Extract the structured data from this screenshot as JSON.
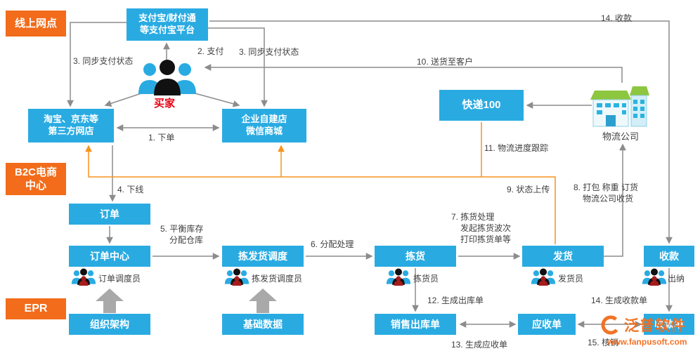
{
  "zones": {
    "online": "线上网点",
    "b2c": {
      "line1": "B2C电商",
      "line2": "中心"
    },
    "erp": "EPR"
  },
  "nodes": {
    "payment_platform": {
      "line1": "支付宝/财付通",
      "line2": "等支付宝平台"
    },
    "buyer": "买家",
    "third_party_store": {
      "line1": "淘宝、京东等",
      "line2": "第三方网店"
    },
    "self_built_store": {
      "line1": "企业自建店",
      "line2": "微信商城"
    },
    "kuaidi100": "快递100",
    "logistics_company": "物流公司",
    "order": "订单",
    "order_center": "订单中心",
    "pick_ship_dispatch": "拣发货调度",
    "picking": "拣货",
    "shipping": "发货",
    "collection": "收款",
    "org_structure": "组织架构",
    "base_data": "基础数据",
    "sales_outbound_order": "销售出库单",
    "receivable_order": "应收单",
    "receipt_order": "收款单"
  },
  "roles": {
    "order_dispatcher": "订单调度员",
    "pick_ship_dispatcher": "拣发货调度员",
    "picker": "拣货员",
    "shipper": "发货员",
    "cashier": "出纳"
  },
  "flows": {
    "f1": "1. 下单",
    "f2": "2. 支付",
    "f3_left": "3. 同步支付状态",
    "f3_mid": "3. 同步支付状态",
    "f4": "4. 下线",
    "f5": {
      "line1": "5. 平衡库存",
      "line2": "分配仓库"
    },
    "f6": "6. 分配处理",
    "f7": {
      "line1": "7. 拣货处理",
      "line2": "发起拣货波次",
      "line3": "打印拣货单等"
    },
    "f8": {
      "line1": "8. 打包  称重  订货",
      "line2": "物流公司收货"
    },
    "f9": "9. 状态上传",
    "f10": "10. 送货至客户",
    "f11": "11. 物流进度跟踪",
    "f12": "12. 生成出库单",
    "f13": "13. 生成应收单",
    "f14_top": "14. 收款",
    "f14_bottom": "14. 生成收款单",
    "f15": "15. 核销"
  },
  "watermark": {
    "brand": "泛普软件",
    "url": "www.fanpusoft.com"
  },
  "colors": {
    "node_blue": "#29abe2",
    "zone_orange": "#f26c1b",
    "flow_orange": "#f7941d",
    "arrow_gray": "#8c8c8c",
    "buyer_red": "#e60012"
  }
}
